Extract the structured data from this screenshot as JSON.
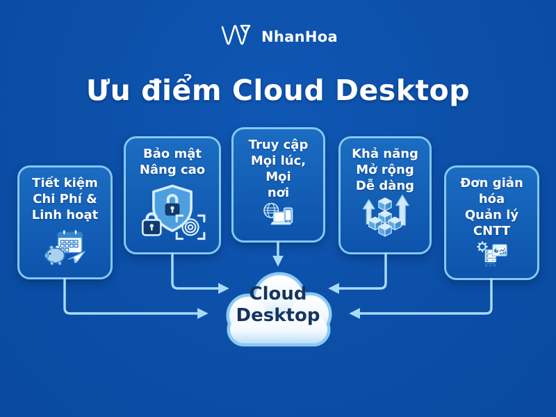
{
  "header": {
    "logo_text": "NhanHoa",
    "logo_icon": "nhanhoa-w-logo-icon"
  },
  "title": "Ưu điểm Cloud Desktop",
  "benefits": [
    {
      "id": "cost-saving",
      "label": "Tiết kiệm\nChi Phí &\nLinh hoạt",
      "icon": "piggy-bank-calendar-paper-plane-icon"
    },
    {
      "id": "security",
      "label": "Bảo mật\nNâng cao",
      "icon": "shield-lock-fingerprint-icon"
    },
    {
      "id": "access",
      "label": "Truy cập\nMọi lúc, Mọi\nnơi",
      "icon": "globe-laptop-phone-icon"
    },
    {
      "id": "scalability",
      "label": "Khả năng\nMở rộng\nDễ dàng",
      "icon": "cubes-growth-arrows-icon"
    },
    {
      "id": "simplified-it",
      "label": "Đơn giản hóa\nQuản lý CNTT",
      "icon": "gear-server-dashboard-icon"
    }
  ],
  "cloud": {
    "label": "Cloud\nDesktop"
  },
  "colors": {
    "background": "#0c50a9",
    "box_fill_top": "#1b6cc2",
    "box_fill_bottom": "#0d53ab",
    "box_border": "#82c8f2",
    "connector": "#aadcf7",
    "cloud_outline": "#8ccaf1",
    "cloud_fill": "#ffffff",
    "cloud_text": "#16345f",
    "text": "#ffffff"
  }
}
